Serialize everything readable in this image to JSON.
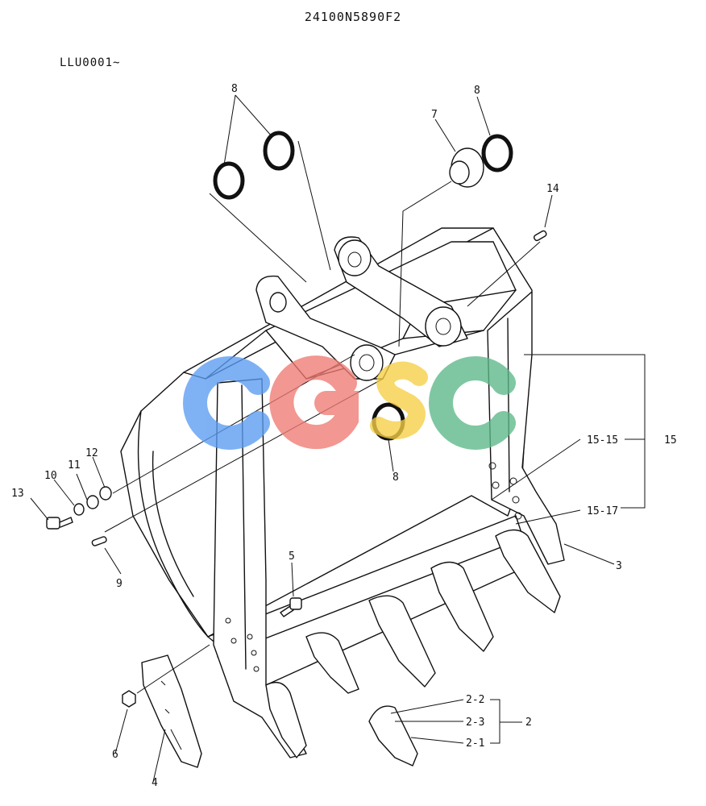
{
  "header": {
    "part_number": "24100N5890F2",
    "serial_range": "LLU0001~"
  },
  "callouts": {
    "c2": "2",
    "c2_1": "2-1",
    "c2_2": "2-2",
    "c2_3": "2-3",
    "c3": "3",
    "c4": "4",
    "c5": "5",
    "c6": "6",
    "c7": "7",
    "c8_a": "8",
    "c8_b": "8",
    "c8_c": "8",
    "c9": "9",
    "c10": "10",
    "c11": "11",
    "c12": "12",
    "c13": "13",
    "c14": "14",
    "c15": "15",
    "c15_15": "15-15",
    "c15_17": "15-17"
  },
  "watermark": {
    "letters": [
      "C",
      "G",
      "S",
      "C"
    ],
    "colors": [
      "#5b9cf2",
      "#ef7b73",
      "#f6cf45",
      "#5cb888"
    ]
  }
}
